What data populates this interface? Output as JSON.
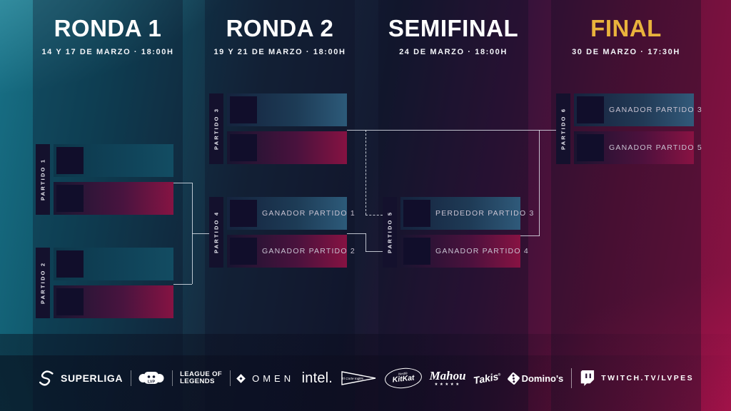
{
  "rounds": [
    {
      "title": "RONDA 1",
      "date": "14 Y 17 DE MARZO · 18:00H"
    },
    {
      "title": "RONDA 2",
      "date": "19 Y 21 DE MARZO · 18:00H"
    },
    {
      "title": "SEMIFINAL",
      "date": "24 DE MARZO · 18:00H"
    },
    {
      "title": "FINAL",
      "date": "30 DE MARZO · 17:30H"
    }
  ],
  "matches": [
    {
      "label": "PARTIDO 1",
      "slots": [
        "",
        ""
      ]
    },
    {
      "label": "PARTIDO 2",
      "slots": [
        "",
        ""
      ]
    },
    {
      "label": "PARTIDO 3",
      "slots": [
        "",
        ""
      ]
    },
    {
      "label": "PARTIDO 4",
      "slots": [
        "GANADOR PARTIDO 1",
        "GANADOR PARTIDO 2"
      ]
    },
    {
      "label": "PARTIDO 5",
      "slots": [
        "PERDEDOR PARTIDO 3",
        "GANADOR PARTIDO 4"
      ]
    },
    {
      "label": "PARTIDO 6",
      "slots": [
        "GANADOR PARTIDO 3",
        "GANADOR PARTIDO 5"
      ]
    }
  ],
  "footer": {
    "superliga": "SUPERLIGA",
    "lvp": "LVP",
    "lol_line1": "LEAGUE OF",
    "lol_line2": "LEGENDS",
    "omen": "OMEN",
    "intel": "intel.",
    "elcorte": "El Corte Inglés",
    "kitkat_nestle": "Nestlé",
    "kitkat": "KitKat",
    "mahou": "Mahou",
    "mahou_stars": "★★★★★",
    "takis": "Takis",
    "dominos": "Domino's",
    "twitch": "TWITCH.TV/LVPES"
  },
  "colors": {
    "final_title_gold": "#E9B33C",
    "teal_left": "#187086",
    "navy_mid": "#141A31",
    "crimson_right": "#8D1243",
    "connector": "#E2E7EF",
    "blue_bar_end": "#2F6080",
    "red_bar_end": "#8C1243"
  }
}
